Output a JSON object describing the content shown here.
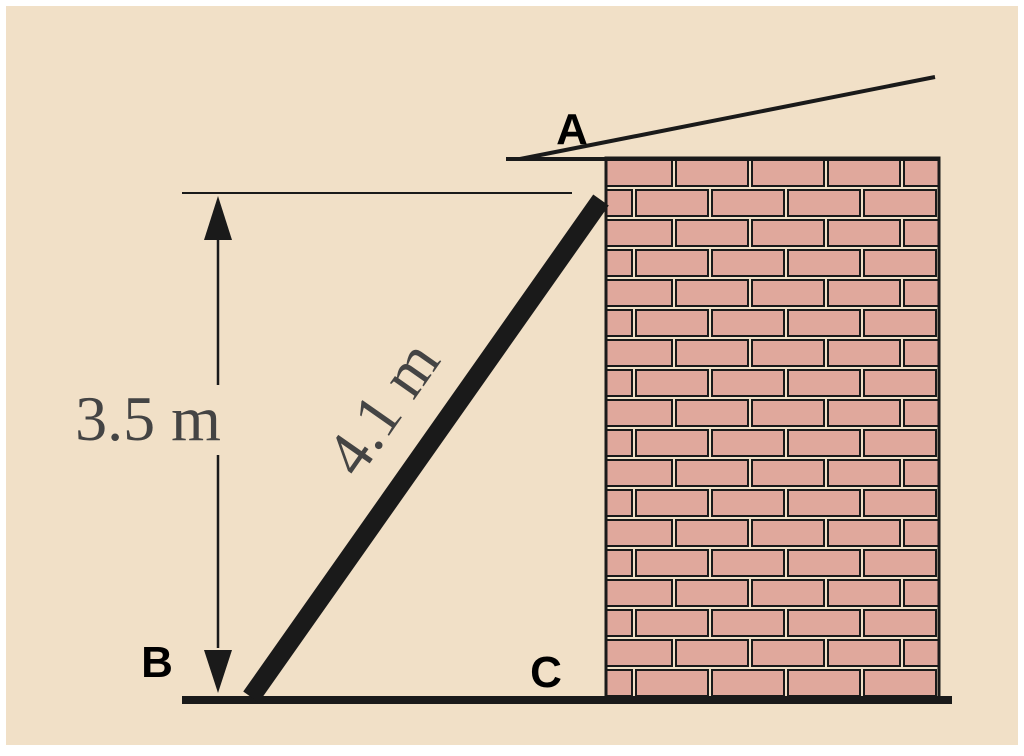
{
  "colors": {
    "background": "#F1E0C7",
    "brick": "#E0A89C",
    "mortar": "#F1E0C7",
    "ink": "#1A1A1A",
    "label_dim": "#444444"
  },
  "labels": {
    "point_a": "A",
    "point_b": "B",
    "point_c": "C",
    "height": "3.5 m",
    "ladder": "4.1 m"
  }
}
